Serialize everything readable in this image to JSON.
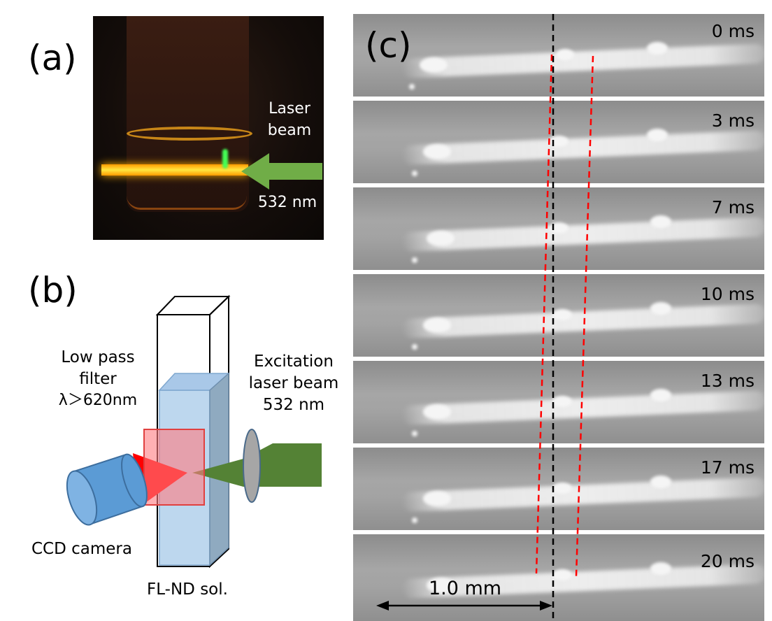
{
  "panel_a": {
    "label": "(a)",
    "laser_label_line1": "Laser",
    "laser_label_line2": "beam",
    "wavelength_label": "532 nm"
  },
  "panel_b": {
    "label": "(b)",
    "filter_line1": "Low pass",
    "filter_line2": "filter",
    "filter_line3": "λ＞620nm",
    "excitation_line1": "Excitation",
    "excitation_line2": "laser beam",
    "excitation_line3": "532 nm",
    "camera_label": "CCD camera",
    "solution_label": "FL-ND sol."
  },
  "panel_c": {
    "label": "(c)",
    "frames": [
      {
        "time": "0 ms"
      },
      {
        "time": "3 ms"
      },
      {
        "time": "7 ms"
      },
      {
        "time": "10 ms"
      },
      {
        "time": "13 ms"
      },
      {
        "time": "17 ms"
      },
      {
        "time": "20 ms"
      }
    ],
    "scale_label": "1.0 mm"
  },
  "colors": {
    "laser_green": "#548235",
    "arrow_green": "#70ad47",
    "camera_blue": "#5b9bd5",
    "cuvette_blue": "#bdd7ee",
    "filter_red": "#ff7c80",
    "fluorescence_red": "#ff0000",
    "marker_red": "#ff0000",
    "marker_black": "#000000"
  }
}
